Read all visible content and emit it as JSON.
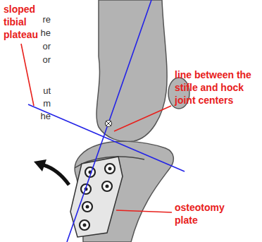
{
  "diagram": {
    "labels": [
      "sloped tibial plateau",
      "line between the stifle and hock joint centers",
      "osteotomy plate",
      "re",
      "he",
      "or",
      "or",
      "ut",
      "m",
      "he"
    ]
  }
}
